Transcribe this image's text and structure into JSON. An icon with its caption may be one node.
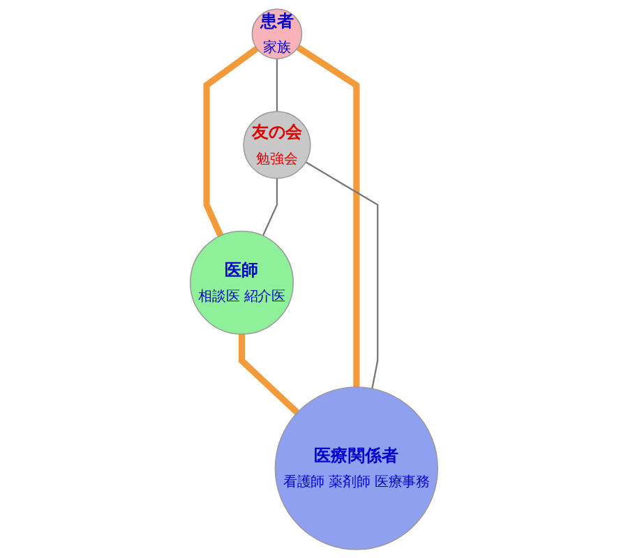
{
  "diagram": {
    "nodes": [
      {
        "text": [
          "患者",
          "家族"
        ]
      },
      {
        "text": [
          "友の会",
          "勉強会"
        ]
      },
      {
        "text": [
          "医師",
          "相談医 紹介医"
        ]
      },
      {
        "text": [
          "医療関係者",
          "看護師 薬剤師 医療事務"
        ]
      }
    ],
    "edges": [
      {
        "from": 0,
        "to": 2,
        "arrow": "none",
        "style": "thick",
        "color": "#f39a3a"
      },
      {
        "from": 2,
        "to": 3,
        "arrow": "none",
        "style": "thick",
        "color": "#f39a3a"
      },
      {
        "from": 3,
        "to": 0,
        "arrow": "none",
        "style": "thick",
        "color": "#f39a3a"
      },
      {
        "from": 1,
        "to": 0,
        "arrow": "none",
        "color": "#777777"
      },
      {
        "from": 1,
        "to": 2,
        "arrow": "none",
        "color": "#777777"
      },
      {
        "from": 1,
        "to": 3,
        "arrow": "none",
        "color": "#777777"
      }
    ]
  }
}
